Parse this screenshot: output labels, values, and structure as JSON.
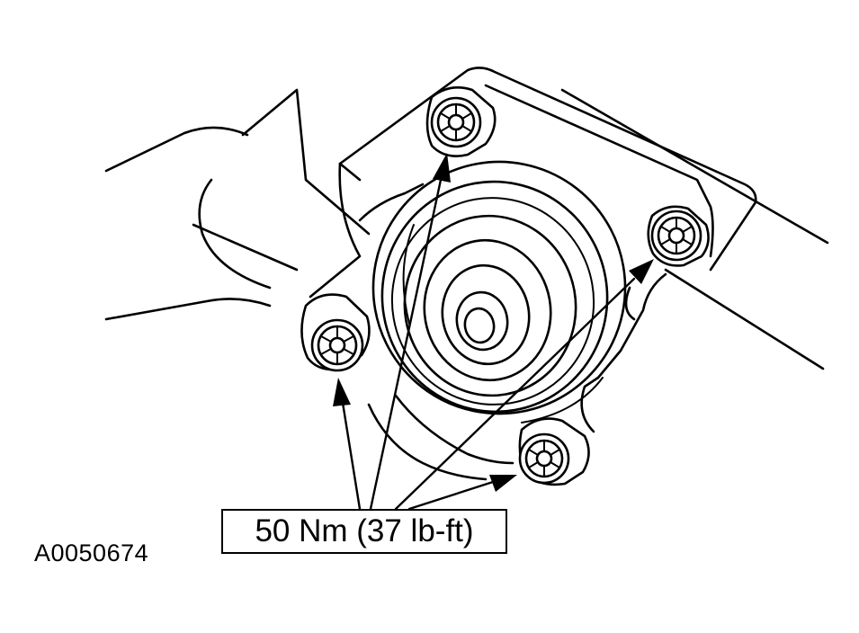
{
  "callout": {
    "torque_spec": "50 Nm (37 lb-ft)"
  },
  "figure": {
    "id": "A0050674"
  },
  "bolts": [
    {
      "name": "bolt-top"
    },
    {
      "name": "bolt-right"
    },
    {
      "name": "bolt-left"
    },
    {
      "name": "bolt-bottom"
    }
  ]
}
